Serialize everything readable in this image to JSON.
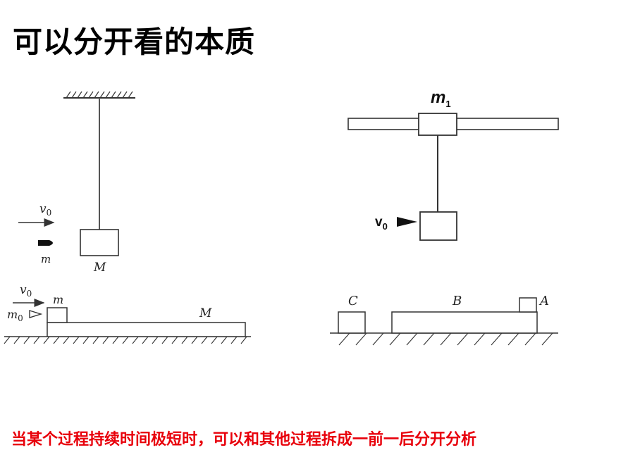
{
  "page": {
    "title": "可以分开看的本质",
    "caption": "当某个过程持续时间极短时，可以和其他过程拆成一前一后分开分析",
    "caption_color": "#e8000b"
  },
  "diagrams": {
    "pendulum": {
      "v_label": "v",
      "v_sub": "0",
      "bullet_label": "m",
      "block_label": "M"
    },
    "rod_pendulum": {
      "slider_label": "m",
      "slider_sub": "1",
      "v_label": "v",
      "v_sub": "0"
    },
    "plank": {
      "v_label": "v",
      "v_sub": "0",
      "bullet_label": "m",
      "bullet_sub": "0",
      "small_block_label": "m",
      "plank_label": "M"
    },
    "three_blocks": {
      "c_label": "C",
      "b_label": "B",
      "a_label": "A"
    }
  }
}
